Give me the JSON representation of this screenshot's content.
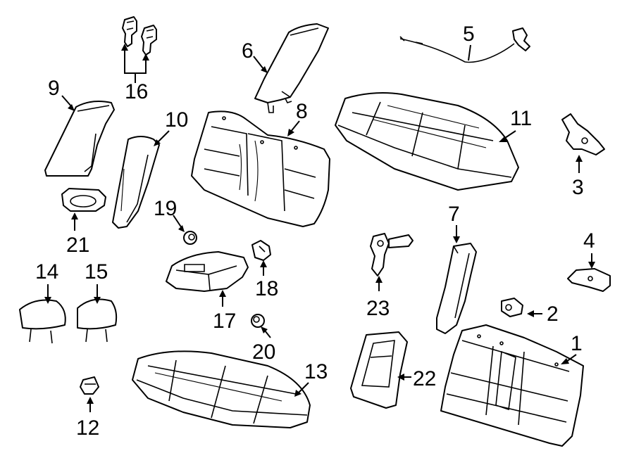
{
  "diagram": {
    "parts": [
      {
        "id": "part-1",
        "callout": "1",
        "icon": "seat-back-frame"
      },
      {
        "id": "part-2",
        "callout": "2",
        "icon": "small-clip"
      },
      {
        "id": "part-3",
        "callout": "3",
        "icon": "hinge-bracket"
      },
      {
        "id": "part-4",
        "callout": "4",
        "icon": "latch-bracket"
      },
      {
        "id": "part-5",
        "callout": "5",
        "icon": "release-cable"
      },
      {
        "id": "part-6",
        "callout": "6",
        "icon": "side-bolster"
      },
      {
        "id": "part-7",
        "callout": "7",
        "icon": "side-bolster"
      },
      {
        "id": "part-8",
        "callout": "8",
        "icon": "seat-back-cushion"
      },
      {
        "id": "part-9",
        "callout": "9",
        "icon": "side-panel"
      },
      {
        "id": "part-10",
        "callout": "10",
        "icon": "side-bolster"
      },
      {
        "id": "part-11",
        "callout": "11",
        "icon": "seat-cushion"
      },
      {
        "id": "part-12",
        "callout": "12",
        "icon": "push-clip"
      },
      {
        "id": "part-13",
        "callout": "13",
        "icon": "seat-cushion"
      },
      {
        "id": "part-14",
        "callout": "14",
        "icon": "headrest"
      },
      {
        "id": "part-15",
        "callout": "15",
        "icon": "headrest"
      },
      {
        "id": "part-16",
        "callout": "16",
        "icon": "headrest-guides"
      },
      {
        "id": "part-17",
        "callout": "17",
        "icon": "armrest"
      },
      {
        "id": "part-18",
        "callout": "18",
        "icon": "clip"
      },
      {
        "id": "part-19",
        "callout": "19",
        "icon": "bumper-stop"
      },
      {
        "id": "part-20",
        "callout": "20",
        "icon": "bumper-stop"
      },
      {
        "id": "part-21",
        "callout": "21",
        "icon": "cup-holder"
      },
      {
        "id": "part-22",
        "callout": "22",
        "icon": "pass-through-frame"
      },
      {
        "id": "part-23",
        "callout": "23",
        "icon": "lock-cylinder"
      }
    ]
  }
}
